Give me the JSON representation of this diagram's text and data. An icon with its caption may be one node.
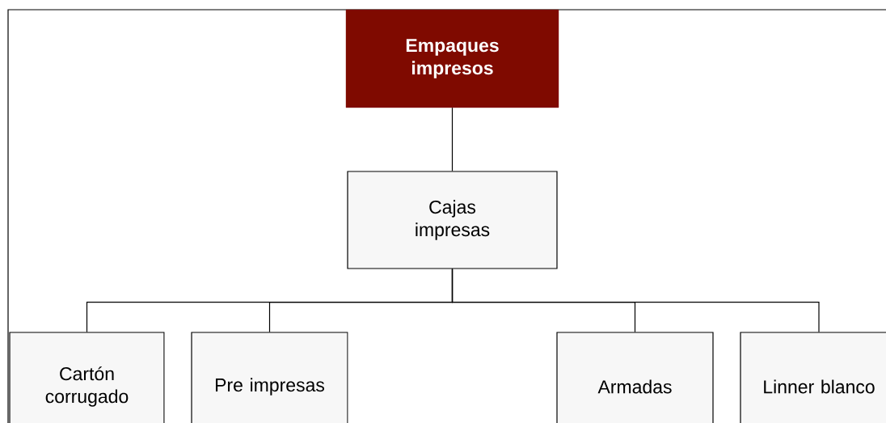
{
  "diagram": {
    "nodes": [
      {
        "text": [
          "Empaques impresos"
        ]
      },
      {
        "text": [
          "Cajas impresas"
        ]
      },
      {
        "text": [
          "Cartón corrugado"
        ]
      },
      {
        "text": [
          "Pre impresas"
        ]
      },
      {
        "text": [
          "Armadas"
        ]
      },
      {
        "text": [
          "Linner blanco"
        ]
      }
    ],
    "edges": [
      {
        "from": 0,
        "to": 1,
        "arrow": "none"
      },
      {
        "from": 1,
        "to": 2,
        "arrow": "none"
      },
      {
        "from": 1,
        "to": 3,
        "arrow": "none"
      },
      {
        "from": 1,
        "to": 4,
        "arrow": "none"
      },
      {
        "from": 1,
        "to": 5,
        "arrow": "none"
      }
    ]
  }
}
